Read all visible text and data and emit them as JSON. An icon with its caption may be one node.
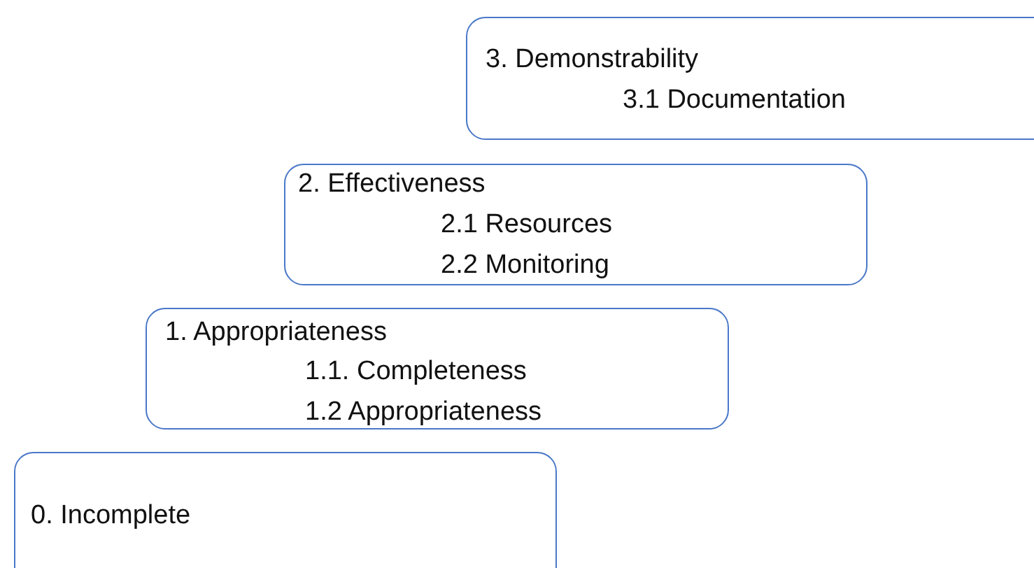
{
  "diagram": {
    "nodes": [
      {
        "text": [
          "3. Demonstrability",
          "3.1 Documentation"
        ]
      },
      {
        "text": [
          "2. Effectiveness",
          "2.1 Resources",
          "2.2 Monitoring"
        ]
      },
      {
        "text": [
          "1. Appropriateness",
          "1.1. Completeness",
          "1.2 Appropriateness"
        ]
      },
      {
        "text": [
          "0. Incomplete"
        ]
      }
    ]
  }
}
